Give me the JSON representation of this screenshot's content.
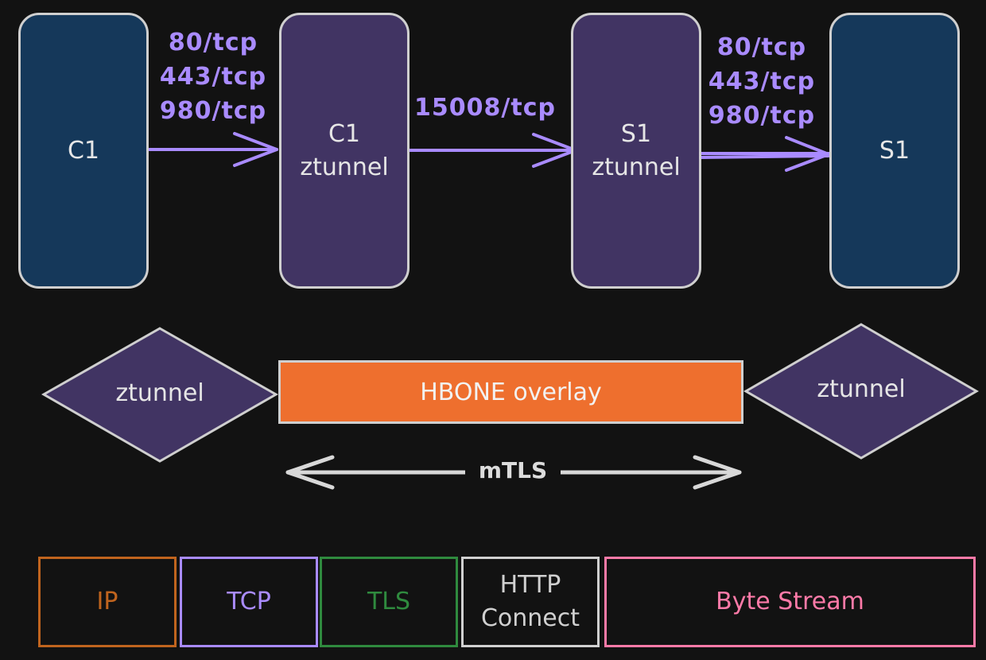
{
  "nodes": {
    "c1": "C1",
    "c1_ztunnel": [
      "C1",
      "ztunnel"
    ],
    "s1_ztunnel": [
      "S1",
      "ztunnel"
    ],
    "s1": "S1"
  },
  "ports": {
    "client_side": [
      "80/tcp",
      "443/tcp",
      "980/tcp"
    ],
    "tunnel": "15008/tcp",
    "server_side": [
      "80/tcp",
      "443/tcp",
      "980/tcp"
    ]
  },
  "overlay": {
    "left_ztunnel": "ztunnel",
    "bar_label": "HBONE overlay",
    "right_ztunnel": "ztunnel",
    "mtls_label": "mTLS"
  },
  "layers": {
    "ip": "IP",
    "tcp": "TCP",
    "tls": "TLS",
    "http_connect": [
      "HTTP",
      "Connect"
    ],
    "byte_stream": "Byte Stream"
  },
  "colors": {
    "background": "#121212",
    "node_blue": "#15385a",
    "node_purple": "#413463",
    "arrow_purple": "#a98bff",
    "overlay_orange": "#ee6f2e",
    "outline_gray": "#cfcfcf",
    "ip_orange": "#c0641e",
    "tcp_purple": "#a98bff",
    "tls_green": "#2f8a3e",
    "http_gray": "#d0d0d0",
    "stream_pink": "#ff7aa8"
  }
}
